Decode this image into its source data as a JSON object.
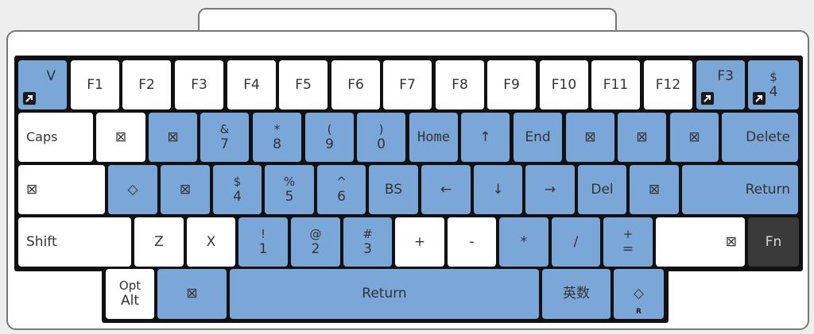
{
  "keyboard": {
    "rows": [
      [
        {
          "id": "v",
          "label": "V",
          "color": "blue",
          "badge": true,
          "align": "corner"
        },
        {
          "id": "f1",
          "label": "F1",
          "color": "white"
        },
        {
          "id": "f2",
          "label": "F2",
          "color": "white"
        },
        {
          "id": "f3",
          "label": "F3",
          "color": "white"
        },
        {
          "id": "f4",
          "label": "F4",
          "color": "white"
        },
        {
          "id": "f5",
          "label": "F5",
          "color": "white"
        },
        {
          "id": "f6",
          "label": "F6",
          "color": "white"
        },
        {
          "id": "f7",
          "label": "F7",
          "color": "white"
        },
        {
          "id": "f8",
          "label": "F8",
          "color": "white"
        },
        {
          "id": "f9",
          "label": "F9",
          "color": "white"
        },
        {
          "id": "f10",
          "label": "F10",
          "color": "white"
        },
        {
          "id": "f11",
          "label": "F11",
          "color": "white"
        },
        {
          "id": "f12",
          "label": "F12",
          "color": "white"
        },
        {
          "id": "f3-alt",
          "label": "F3",
          "color": "blue",
          "badge": true,
          "align": "corner"
        },
        {
          "id": "dollar-4",
          "shift": "$",
          "label": "4",
          "color": "blue",
          "badge": true
        }
      ],
      [
        {
          "id": "caps",
          "label": "Caps",
          "color": "white",
          "align": "left",
          "small": true
        },
        {
          "id": "blank-r2-1",
          "label": "⊠",
          "color": "white"
        },
        {
          "id": "blank-r2-2",
          "label": "⊠",
          "color": "blue"
        },
        {
          "id": "amp-7",
          "shift": "&",
          "label": "7",
          "color": "blue"
        },
        {
          "id": "star-8",
          "shift": "*",
          "label": "8",
          "color": "blue"
        },
        {
          "id": "lparen-9",
          "shift": "(",
          "label": "9",
          "color": "blue"
        },
        {
          "id": "rparen-0",
          "shift": ")",
          "label": "0",
          "color": "blue"
        },
        {
          "id": "home",
          "label": "Home",
          "color": "blue",
          "mono": true
        },
        {
          "id": "up",
          "label": "↑",
          "color": "blue"
        },
        {
          "id": "end",
          "label": "End",
          "color": "blue"
        },
        {
          "id": "blank-r2-3",
          "label": "⊠",
          "color": "blue"
        },
        {
          "id": "blank-r2-4",
          "label": "⊠",
          "color": "blue"
        },
        {
          "id": "blank-r2-5",
          "label": "⊠",
          "color": "blue"
        },
        {
          "id": "delete",
          "label": "Delete",
          "color": "blue",
          "align": "right"
        }
      ],
      [
        {
          "id": "blank-r3-1",
          "label": "⊠",
          "color": "white",
          "align": "left"
        },
        {
          "id": "diamond",
          "label": "◇",
          "color": "blue"
        },
        {
          "id": "blank-r3-2",
          "label": "⊠",
          "color": "blue"
        },
        {
          "id": "dollar-4b",
          "shift": "$",
          "label": "4",
          "color": "blue"
        },
        {
          "id": "pct-5",
          "shift": "%",
          "label": "5",
          "color": "blue"
        },
        {
          "id": "caret-6",
          "shift": "^",
          "label": "6",
          "color": "blue"
        },
        {
          "id": "bs",
          "label": "BS",
          "color": "blue"
        },
        {
          "id": "left",
          "label": "←",
          "color": "blue"
        },
        {
          "id": "down",
          "label": "↓",
          "color": "blue"
        },
        {
          "id": "right",
          "label": "→",
          "color": "blue"
        },
        {
          "id": "del",
          "label": "Del",
          "color": "blue"
        },
        {
          "id": "blank-r3-3",
          "label": "⊠",
          "color": "blue"
        },
        {
          "id": "return",
          "label": "Return",
          "color": "blue",
          "align": "right"
        }
      ],
      [
        {
          "id": "shift",
          "label": "Shift",
          "color": "white",
          "align": "left"
        },
        {
          "id": "z",
          "label": "Z",
          "color": "white"
        },
        {
          "id": "x",
          "label": "X",
          "color": "white"
        },
        {
          "id": "excl-1",
          "shift": "!",
          "label": "1",
          "color": "blue"
        },
        {
          "id": "at-2",
          "shift": "@",
          "label": "2",
          "color": "blue"
        },
        {
          "id": "hash-3",
          "shift": "#",
          "label": "3",
          "color": "blue"
        },
        {
          "id": "plus",
          "label": "+",
          "color": "white"
        },
        {
          "id": "minus",
          "label": "-",
          "color": "white"
        },
        {
          "id": "asterisk",
          "label": "*",
          "color": "blue"
        },
        {
          "id": "slash",
          "label": "/",
          "color": "blue"
        },
        {
          "id": "plus-equal",
          "shift": "+",
          "label": "=",
          "color": "blue"
        },
        {
          "id": "blank-r4-1",
          "label": "⊠",
          "color": "white",
          "align": "right"
        },
        {
          "id": "fn",
          "label": "Fn",
          "color": "dark"
        }
      ],
      [
        {
          "id": "opt-alt",
          "shift": "Opt",
          "label": "Alt",
          "color": "white"
        },
        {
          "id": "blank-r5-1",
          "label": "⊠",
          "color": "blue"
        },
        {
          "id": "return-space",
          "label": "Return",
          "color": "blue"
        },
        {
          "id": "eisu",
          "label": "英数",
          "color": "blue"
        },
        {
          "id": "diamond-r",
          "label": "◇",
          "sub": "R",
          "color": "blue"
        }
      ]
    ]
  }
}
